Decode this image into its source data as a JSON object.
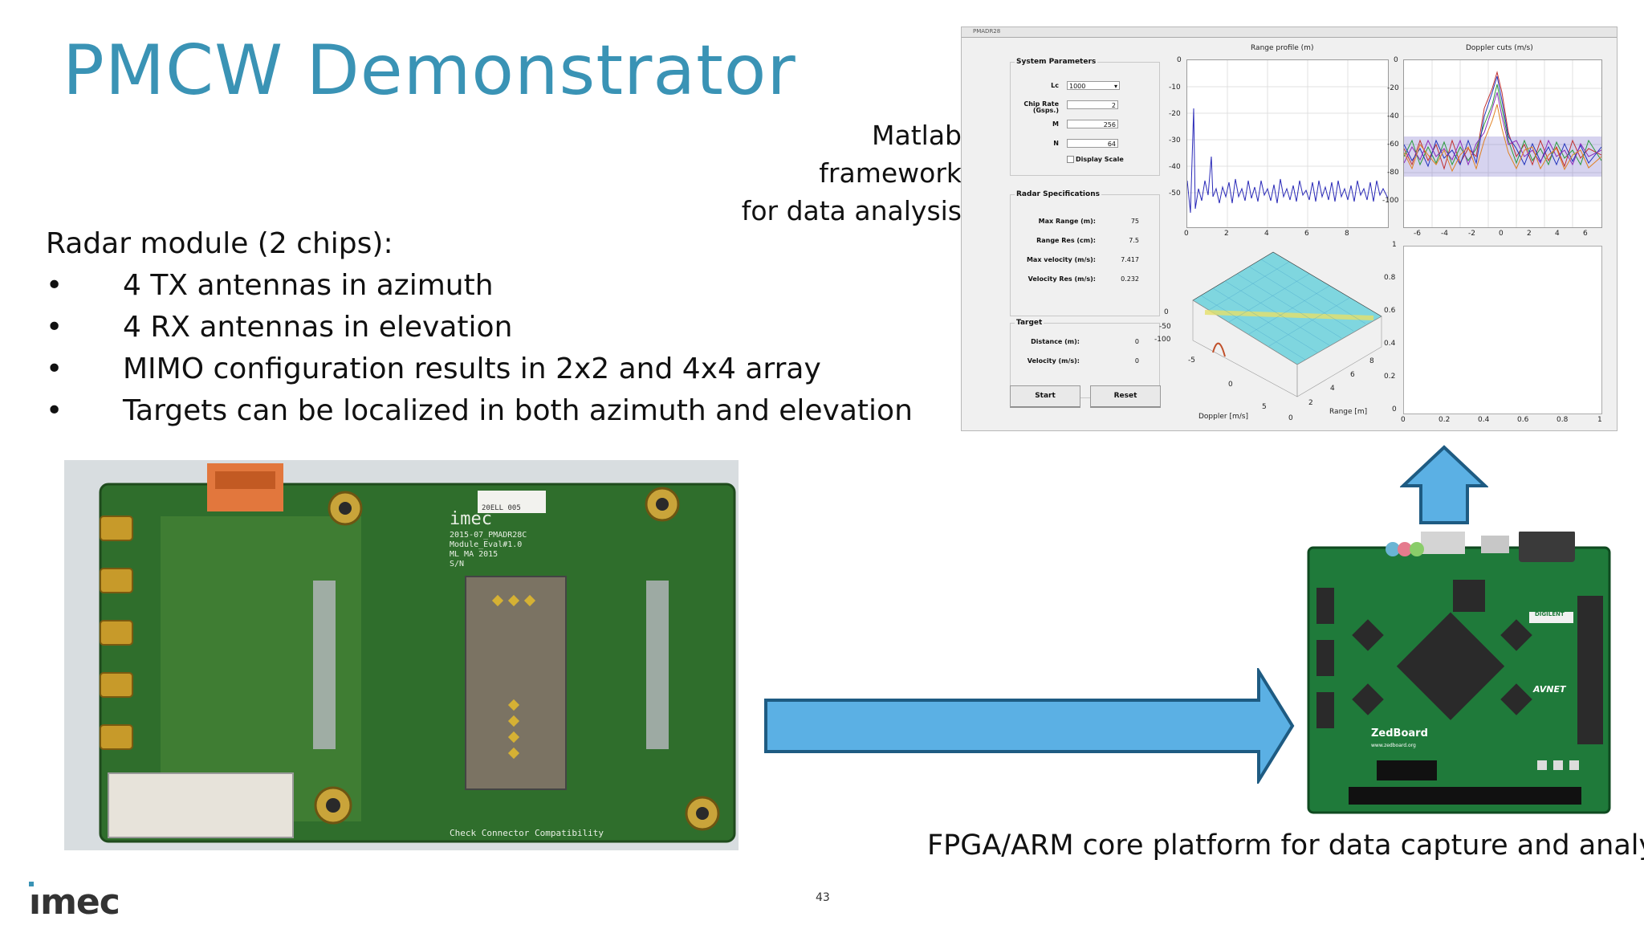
{
  "slide": {
    "title": "PMCW Demonstrator",
    "page_number": "43",
    "logo_text": "ımec"
  },
  "matlab_caption": [
    "Matlab",
    "framework",
    "for data analysis"
  ],
  "radar_module": {
    "heading": "Radar module (2 chips):",
    "bullet_symbol": "•",
    "items": [
      "4 TX antennas in azimuth",
      "4 RX antennas in elevation",
      "MIMO configuration results in 2x2 and 4x4 array",
      "Targets can be localized in both azimuth and elevation"
    ]
  },
  "fpga_caption": "FPGA/ARM core platform for data capture and analysis",
  "board_photo": {
    "silkscreen": [
      "imec",
      "20ELL 005",
      "2015-07_PMADR28C",
      "Module_Eval#1.0",
      "ML MA 2015",
      "S/N",
      "Check Connector Compatibility"
    ]
  },
  "zedboard_photo": {
    "labels": [
      "ZedBoard",
      "www.zedboard.org",
      "AVNET",
      "DIGILENT"
    ]
  },
  "matlab_gui": {
    "window_title": "PMADR28",
    "system_parameters": {
      "title": "System Parameters",
      "lc_label": "Lc",
      "lc_value": "1000",
      "chip_rate_label": "Chip Rate (Gsps.)",
      "chip_rate_value": "2",
      "m_label": "M",
      "m_value": "256",
      "n_label": "N",
      "n_value": "64",
      "display_scale_label": "Display Scale"
    },
    "radar_specs": {
      "title": "Radar Specifications",
      "rows": [
        {
          "label": "Max Range (m):",
          "value": "75"
        },
        {
          "label": "Range Res (cm):",
          "value": "7.5"
        },
        {
          "label": "Max velocity (m/s):",
          "value": "7.417"
        },
        {
          "label": "Velocity Res (m/s):",
          "value": "0.232"
        }
      ]
    },
    "target": {
      "title": "Target",
      "rows": [
        {
          "label": "Distance (m):",
          "value": "0"
        },
        {
          "label": "Velocity (m/s):",
          "value": "0"
        }
      ]
    },
    "start_label": "Start",
    "reset_label": "Reset",
    "range_plot": {
      "title": "Range profile (m)",
      "yticks": [
        "0",
        "-10",
        "-20",
        "-30",
        "-40",
        "-50"
      ],
      "xticks": [
        "0",
        "2",
        "4",
        "6",
        "8"
      ]
    },
    "doppler_plot": {
      "title": "Doppler cuts (m/s)",
      "yticks": [
        "0",
        "-20",
        "-40",
        "-60",
        "-80",
        "-100"
      ],
      "xticks": [
        "-6",
        "-4",
        "-2",
        "0",
        "2",
        "4",
        "6"
      ]
    },
    "surface_plot": {
      "zticks": [
        "0",
        "-50",
        "-100"
      ],
      "doppler_ticks": [
        "-5",
        "0",
        "5"
      ],
      "range_ticks": [
        "0",
        "2",
        "4",
        "6",
        "8"
      ],
      "xlabel": "Doppler [m/s]",
      "ylabel": "Range [m]"
    },
    "empty_plot": {
      "yticks": [
        "1",
        "0.8",
        "0.6",
        "0.4",
        "0.2",
        "0"
      ],
      "xticks": [
        "0",
        "0.2",
        "0.4",
        "0.6",
        "0.8",
        "1"
      ]
    }
  }
}
